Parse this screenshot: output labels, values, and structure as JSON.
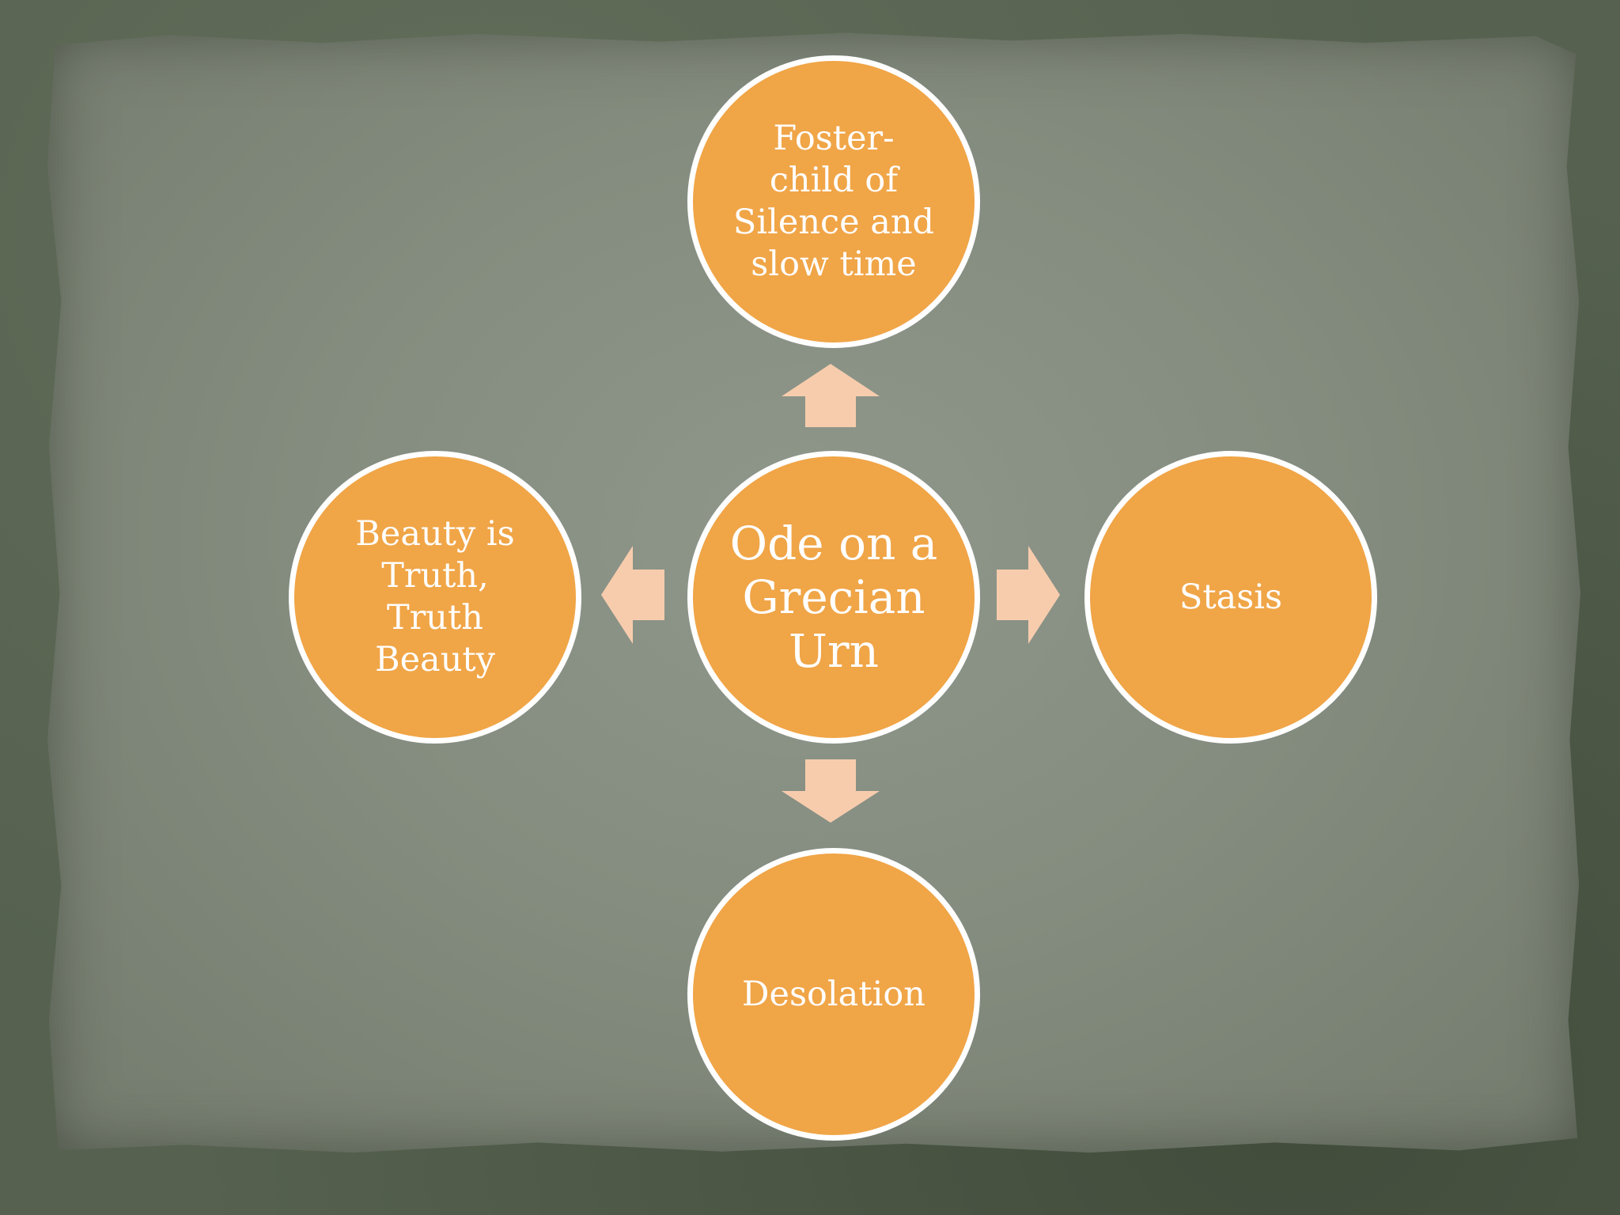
{
  "colors": {
    "node_fill": "#f0a547",
    "node_border": "#ffffff",
    "arrow_fill": "#f7ccad",
    "text": "#ffffff",
    "background": "#858d80"
  },
  "diagram": {
    "center": {
      "label": "Ode on a\nGrecian\nUrn"
    },
    "top": {
      "label": "Foster-\nchild of\nSilence and\nslow time"
    },
    "left": {
      "label": "Beauty is\nTruth,\nTruth\nBeauty"
    },
    "right": {
      "label": "Stasis"
    },
    "bottom": {
      "label": "Desolation"
    }
  }
}
